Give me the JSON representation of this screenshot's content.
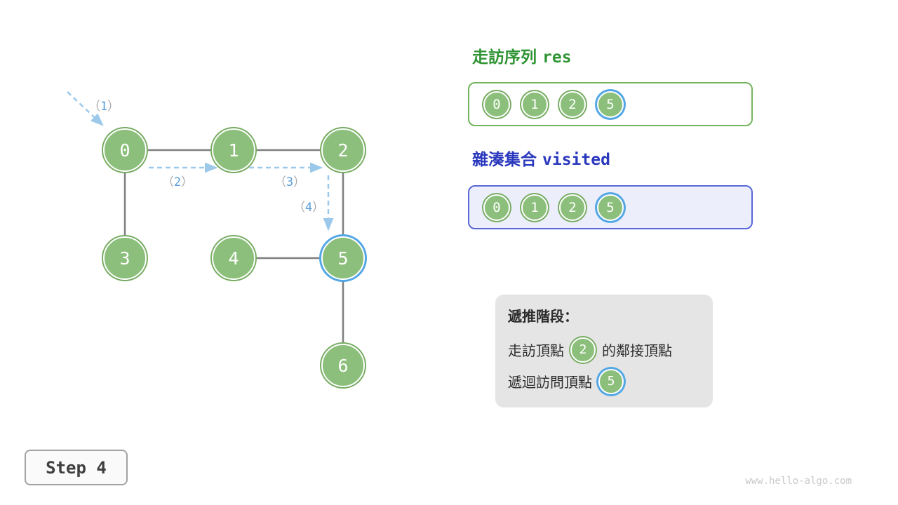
{
  "colors": {
    "node_green": "#8CBF7B",
    "node_ring_green": "#77AC62",
    "highlight_blue": "#54A7E5",
    "edge_gray": "#7F7F7F",
    "arrow_blue": "#9CC9EA",
    "res_title_green": "#2F9434",
    "res_border_green": "#74B35F",
    "visited_title_blue": "#2A38BD",
    "visited_border_blue": "#5A68D6",
    "visited_bg": "#ECEFFB",
    "info_bg": "#E5E5E5"
  },
  "graph": {
    "nodes": [
      {
        "label": "0",
        "highlighted": false
      },
      {
        "label": "1",
        "highlighted": false
      },
      {
        "label": "2",
        "highlighted": false
      },
      {
        "label": "3",
        "highlighted": false
      },
      {
        "label": "4",
        "highlighted": false
      },
      {
        "label": "5",
        "highlighted": true
      },
      {
        "label": "6",
        "highlighted": false
      }
    ],
    "edges": [
      "0-1",
      "1-2",
      "0-3",
      "4-5",
      "2-5",
      "5-6"
    ],
    "arrows": [
      {
        "open": "（",
        "num": "1",
        "close": "）"
      },
      {
        "open": "（",
        "num": "2",
        "close": "）"
      },
      {
        "open": "（",
        "num": "3",
        "close": "）"
      },
      {
        "open": "（",
        "num": "4",
        "close": "）"
      }
    ]
  },
  "panels": {
    "res": {
      "title_text": "走訪序列",
      "title_code": "res",
      "items": [
        {
          "label": "0",
          "highlighted": false
        },
        {
          "label": "1",
          "highlighted": false
        },
        {
          "label": "2",
          "highlighted": false
        },
        {
          "label": "5",
          "highlighted": true
        }
      ]
    },
    "visited": {
      "title_text": "雜湊集合",
      "title_code": "visited",
      "items": [
        {
          "label": "0",
          "highlighted": false
        },
        {
          "label": "1",
          "highlighted": false
        },
        {
          "label": "2",
          "highlighted": false
        },
        {
          "label": "5",
          "highlighted": true
        }
      ]
    }
  },
  "info_box": {
    "title": "遞推階段：",
    "line1_prefix": "走訪頂點",
    "line1_node": "2",
    "line1_suffix": "的鄰接頂點",
    "line2_prefix": "遞迴訪問頂點",
    "line2_node": "5"
  },
  "footer": {
    "step_label": "Step 4",
    "watermark": "www.hello-algo.com"
  }
}
